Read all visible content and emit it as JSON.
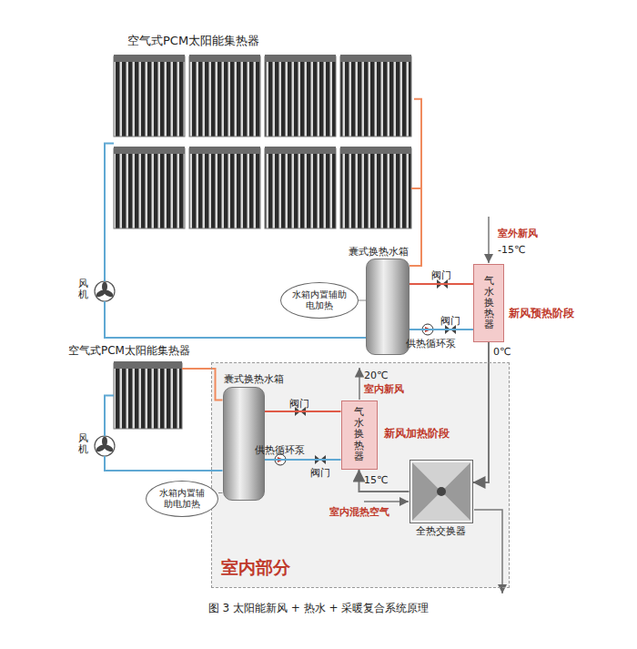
{
  "diagram": {
    "caption": "图 3 太阳能新风 + 热水 + 采暖复合系统原理",
    "nodes": [
      {
        "text": [
          "空气式PCM太阳能集热器"
        ]
      },
      {
        "text": [
          "风机"
        ]
      },
      {
        "text": [
          "囊式换热水箱"
        ]
      },
      {
        "text": [
          "水箱内置辅助电加热"
        ]
      },
      {
        "text": [
          "气水换热器",
          "新风预热阶段"
        ]
      },
      {
        "text": [
          "空气式PCM太阳能集热器"
        ]
      },
      {
        "text": [
          "室内部分"
        ]
      },
      {
        "text": [
          "囊式换热水箱"
        ],
        "in": 6
      },
      {
        "text": [
          "水箱内置辅助电加热"
        ]
      },
      {
        "text": [
          "气水换热器",
          "新风加热阶段"
        ],
        "in": 6
      },
      {
        "text": [
          "全热交换器"
        ],
        "in": 6
      },
      {
        "text": [
          "风机"
        ]
      }
    ],
    "edges": [
      {
        "from": 0,
        "to": 2,
        "arrow": "none"
      },
      {
        "from": 2,
        "to": 1,
        "arrow": "none"
      },
      {
        "from": 1,
        "to": 0,
        "arrow": "none"
      },
      {
        "from": 2,
        "to": 4,
        "arrow": "none"
      },
      {
        "from": 4,
        "to": 2,
        "arrow": "none"
      },
      {
        "from": 3,
        "to": 2,
        "arrow": "none"
      },
      {
        "from": 4,
        "to": 10,
        "arrow": "to"
      },
      {
        "from": 10,
        "to": 9,
        "arrow": "to"
      },
      {
        "from": 5,
        "to": 7,
        "arrow": "none"
      },
      {
        "from": 7,
        "to": 11,
        "arrow": "none"
      },
      {
        "from": 11,
        "to": 5,
        "arrow": "none"
      },
      {
        "from": 7,
        "to": 9,
        "arrow": "none"
      },
      {
        "from": 9,
        "to": 7,
        "arrow": "none"
      },
      {
        "from": 8,
        "to": 7,
        "arrow": "none"
      }
    ],
    "labels": [
      "阀门",
      "阀门",
      "供热循环泵",
      "室外新风",
      "-15℃",
      "0℃",
      "阀门",
      "供热循环泵",
      "阀门",
      "20℃",
      "室内新风",
      "15℃",
      "室内混热空气"
    ]
  }
}
